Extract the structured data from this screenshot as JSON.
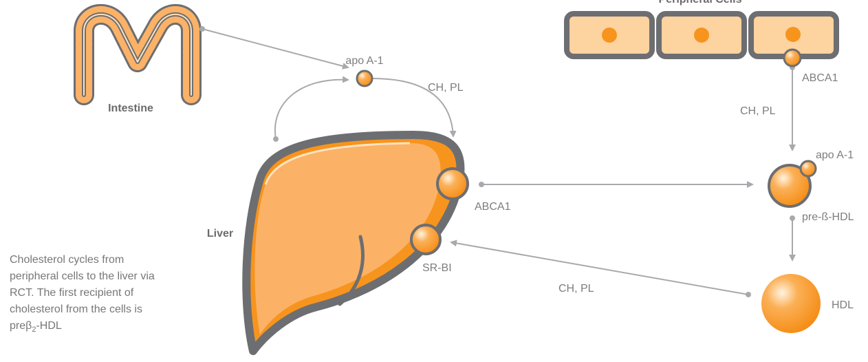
{
  "labels": {
    "intestine": "Intestine",
    "liver": "Liver",
    "peripheral_cells": "Peripheral Cells",
    "apo_a1_top": "apo A-1",
    "ch_pl_top": "CH, PL",
    "abca1_cell": "ABCA1",
    "ch_pl_right": "CH, PL",
    "apo_a1_right": "apo A-1",
    "abca1_liver": "ABCA1",
    "pre_beta_hdl": "pre-ß-HDL",
    "sr_bi": "SR-BI",
    "ch_pl_bottom": "CH, PL",
    "hdl": "HDL"
  },
  "caption": {
    "text": "Cholesterol cycles from peripheral cells to the liver via RCT. The first recipient of cholesterol from the cells is",
    "tail_prefix": "preβ",
    "tail_sub": "2",
    "tail_suffix": "-HDL"
  },
  "colors": {
    "orange": "#f7941d",
    "light_orange": "#fbb267",
    "cell_fill": "#fdd39f",
    "outline_gray": "#6d6e71",
    "arrow_gray": "#a7a9ac",
    "text_gray": "#7d7d7d"
  }
}
